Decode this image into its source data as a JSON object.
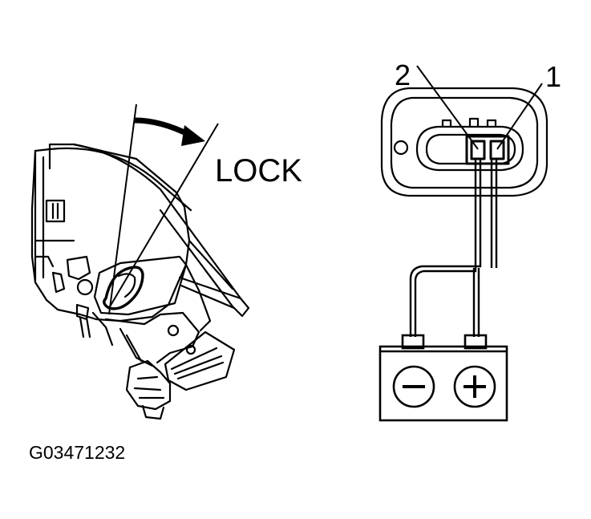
{
  "labels": {
    "lock": "LOCK",
    "pin_2": "2",
    "pin_1": "1",
    "figure_code": "G03471232"
  },
  "battery": {
    "negative_symbol": "minus",
    "positive_symbol": "plus"
  },
  "colors": {
    "ink": "#000000",
    "background": "#ffffff"
  }
}
